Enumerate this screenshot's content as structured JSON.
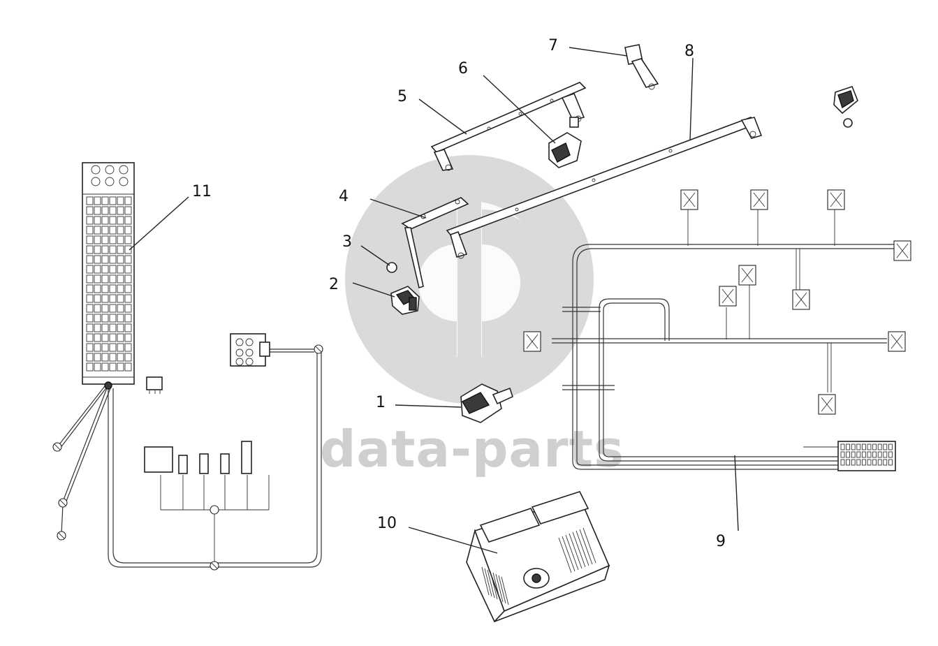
{
  "watermark": {
    "brand_text": "data-parts",
    "logo": "gd-logo"
  },
  "callouts": [
    {
      "id": "1",
      "label": "1"
    },
    {
      "id": "2",
      "label": "2"
    },
    {
      "id": "3",
      "label": "3"
    },
    {
      "id": "4",
      "label": "4"
    },
    {
      "id": "5",
      "label": "5"
    },
    {
      "id": "6",
      "label": "6"
    },
    {
      "id": "7",
      "label": "7"
    },
    {
      "id": "8",
      "label": "8"
    },
    {
      "id": "9",
      "label": "9"
    },
    {
      "id": "10",
      "label": "10"
    },
    {
      "id": "11",
      "label": "11"
    }
  ],
  "colors": {
    "line": "#222222",
    "watermark": "#cfcfcf",
    "background": "#ffffff"
  }
}
